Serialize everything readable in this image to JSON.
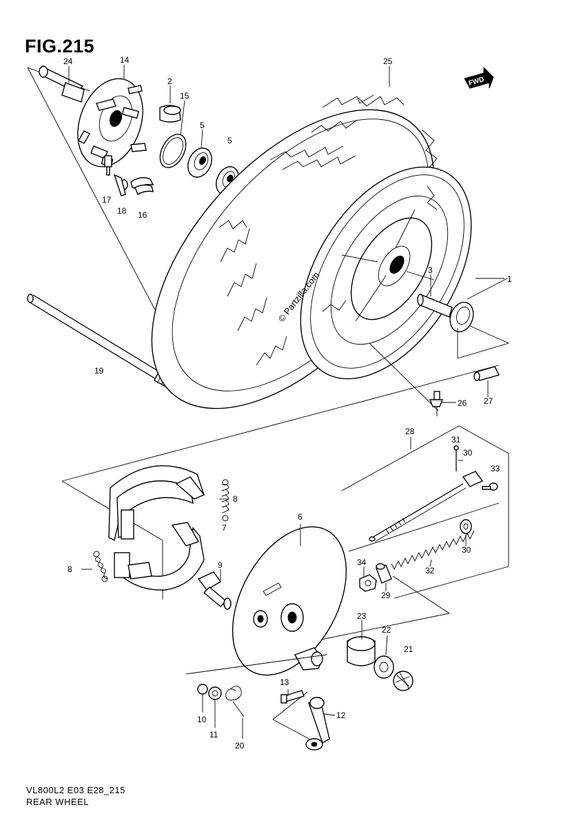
{
  "figure": {
    "title": "FIG.215",
    "code": "VL800L2 E03 E28_215",
    "name": "REAR WHEEL",
    "watermark": "© Partzilla.com",
    "fwd_label": "FWD"
  },
  "callouts": {
    "c1": "1",
    "c2": "2",
    "c3": "3",
    "c5a": "5",
    "c5b": "5",
    "c6": "6",
    "c7": "7",
    "c8a": "8",
    "c8b": "8",
    "c9": "9",
    "c10": "10",
    "c11": "11",
    "c12": "12",
    "c13": "13",
    "c14": "14",
    "c15": "15",
    "c16": "16",
    "c17": "17",
    "c18": "18",
    "c19": "19",
    "c20": "20",
    "c21": "21",
    "c22": "22",
    "c23": "23",
    "c24": "24",
    "c25": "25",
    "c26": "26",
    "c27": "27",
    "c28": "28",
    "c29": "29",
    "c30a": "30",
    "c30b": "30",
    "c31": "31",
    "c32": "32",
    "c33": "33",
    "c34": "34"
  },
  "colors": {
    "line": "#000000",
    "background": "#ffffff"
  }
}
